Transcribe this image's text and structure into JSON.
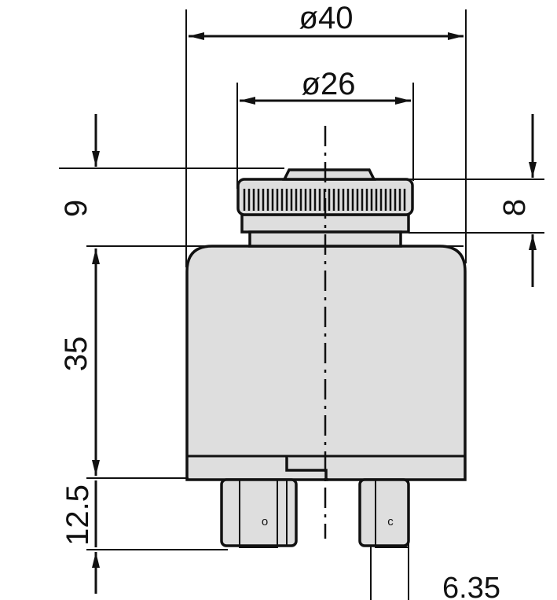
{
  "dimensions": {
    "outer_diameter": "ø40",
    "cap_diameter": "ø26",
    "cap_height": "9",
    "knob_height": "8",
    "body_height": "35",
    "terminal_length": "12.5",
    "terminal_width": "6.35"
  },
  "terminals": {
    "left_mark": "o",
    "right_mark": "c"
  },
  "colors": {
    "line": "#111111",
    "body": "#dedede",
    "background": "#ffffff"
  }
}
